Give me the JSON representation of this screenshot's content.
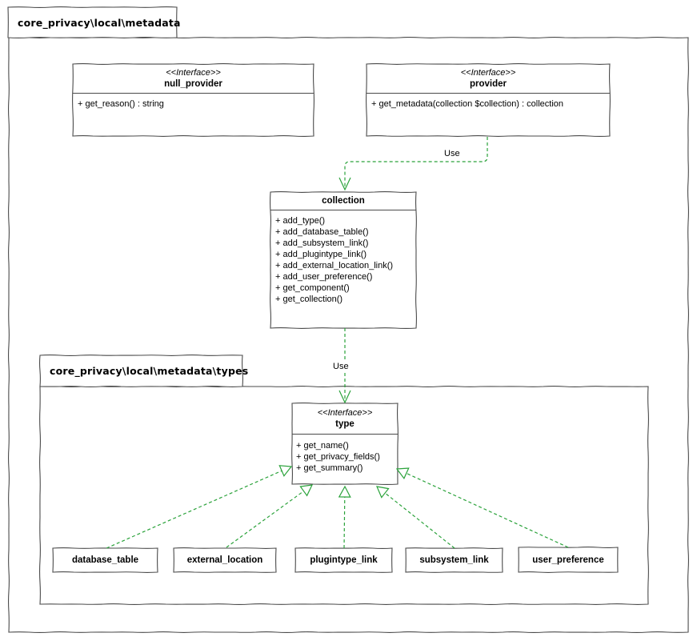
{
  "packages": {
    "outer": {
      "label": "core_privacy\\local\\metadata"
    },
    "inner": {
      "label": "core_privacy\\local\\metadata\\types"
    }
  },
  "classes": {
    "null_provider": {
      "stereotype": "<<Interface>>",
      "name": "null_provider",
      "methods": [
        "+ get_reason() : string"
      ]
    },
    "provider": {
      "stereotype": "<<Interface>>",
      "name": "provider",
      "methods": [
        "+ get_metadata(collection $collection) : collection"
      ]
    },
    "collection": {
      "name": "collection",
      "methods": [
        "+ add_type()",
        "+ add_database_table()",
        "+ add_subsystem_link()",
        "+ add_plugintype_link()",
        "+ add_external_location_link()",
        "+ add_user_preference()",
        "+ get_component()",
        "+ get_collection()"
      ]
    },
    "type": {
      "stereotype": "<<Interface>>",
      "name": "type",
      "methods": [
        "+ get_name()",
        "+ get_privacy_fields()",
        "+ get_summary()"
      ]
    },
    "database_table": {
      "name": "database_table"
    },
    "external_location": {
      "name": "external_location"
    },
    "plugintype_link": {
      "name": "plugintype_link"
    },
    "subsystem_link": {
      "name": "subsystem_link"
    },
    "user_preference": {
      "name": "user_preference"
    }
  },
  "edges": {
    "provider_to_collection": {
      "label": "Use",
      "style": "dashed-dependency"
    },
    "collection_to_type": {
      "label": "Use",
      "style": "dashed-dependency"
    },
    "realizations": [
      {
        "from": "database_table",
        "to": "type"
      },
      {
        "from": "external_location",
        "to": "type"
      },
      {
        "from": "plugintype_link",
        "to": "type"
      },
      {
        "from": "subsystem_link",
        "to": "type"
      },
      {
        "from": "user_preference",
        "to": "type"
      }
    ]
  },
  "colors": {
    "background": "#ffffff",
    "box_border": "#4a4a4a",
    "text": "#000000",
    "dependency_green": "#2aa23a"
  }
}
